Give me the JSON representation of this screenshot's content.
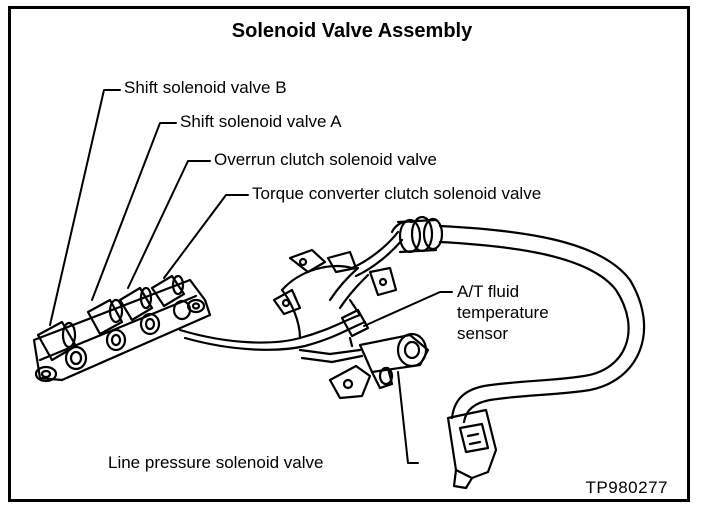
{
  "title": "Solenoid Valve Assembly",
  "labels": {
    "shift_b": "Shift solenoid valve B",
    "shift_a": "Shift solenoid valve A",
    "overrun": "Overrun clutch solenoid valve",
    "torque": "Torque converter clutch solenoid valve",
    "fluid_temp_line1": "A/T fluid",
    "fluid_temp_line2": "temperature",
    "fluid_temp_line3": "sensor",
    "line_pressure": "Line pressure solenoid valve"
  },
  "figure_code": "TP980277"
}
